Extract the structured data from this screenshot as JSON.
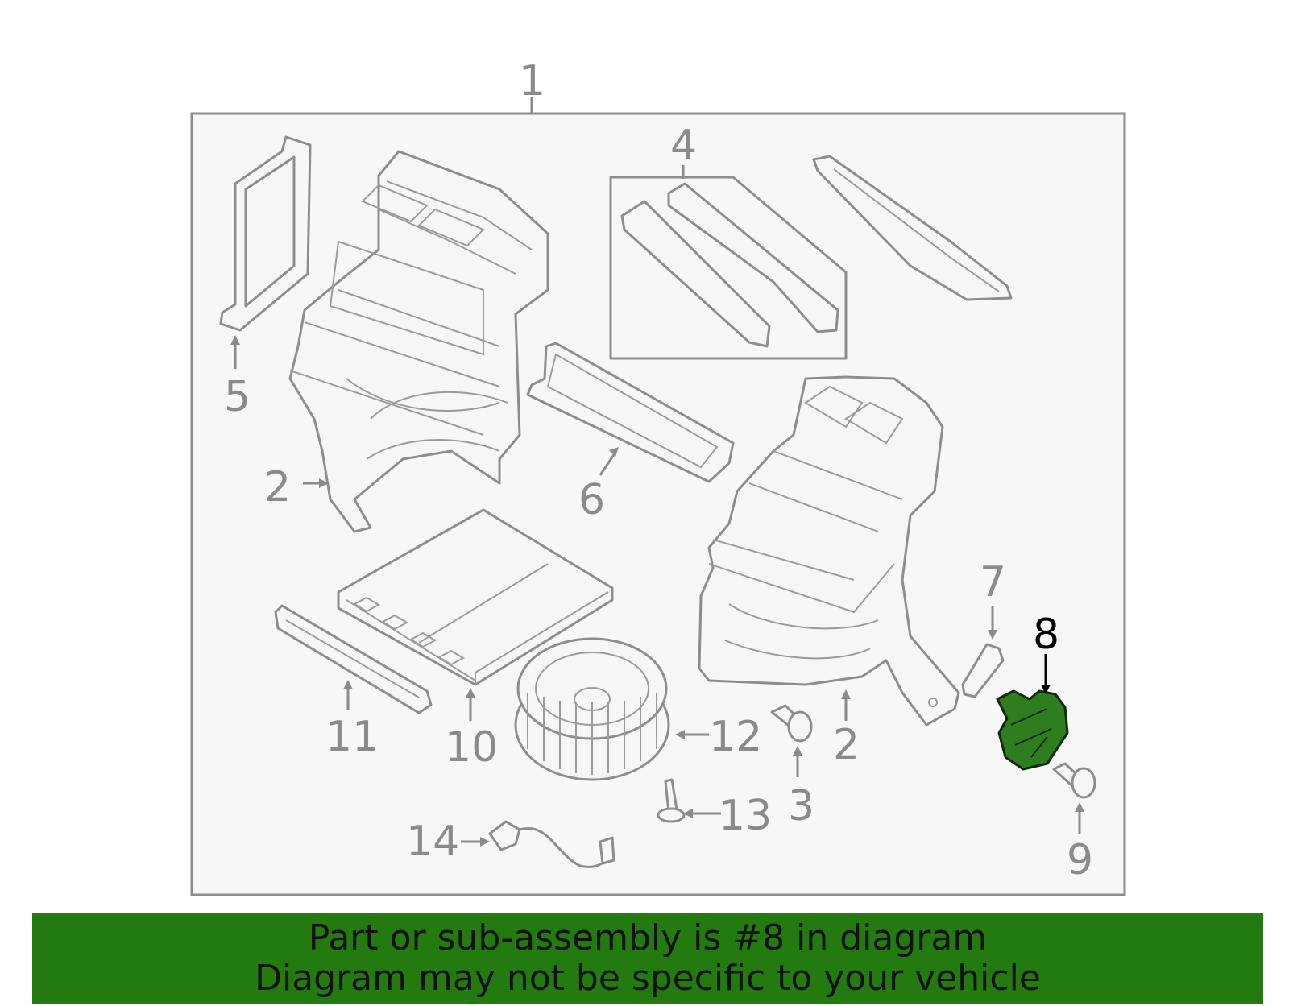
{
  "callouts": {
    "c1": "1",
    "c2a": "2",
    "c2b": "2",
    "c3": "3",
    "c4": "4",
    "c5": "5",
    "c6": "6",
    "c7": "7",
    "c8": "8",
    "c9": "9",
    "c10": "10",
    "c11": "11",
    "c12": "12",
    "c13": "13",
    "c14": "14"
  },
  "highlight": {
    "part_number": "8",
    "color": "#2e7d1f"
  },
  "banner": {
    "line1": "Part or sub-assembly is #8 in diagram",
    "line2": "Diagram may not be specific to your vehicle",
    "background": "#237a0f"
  }
}
